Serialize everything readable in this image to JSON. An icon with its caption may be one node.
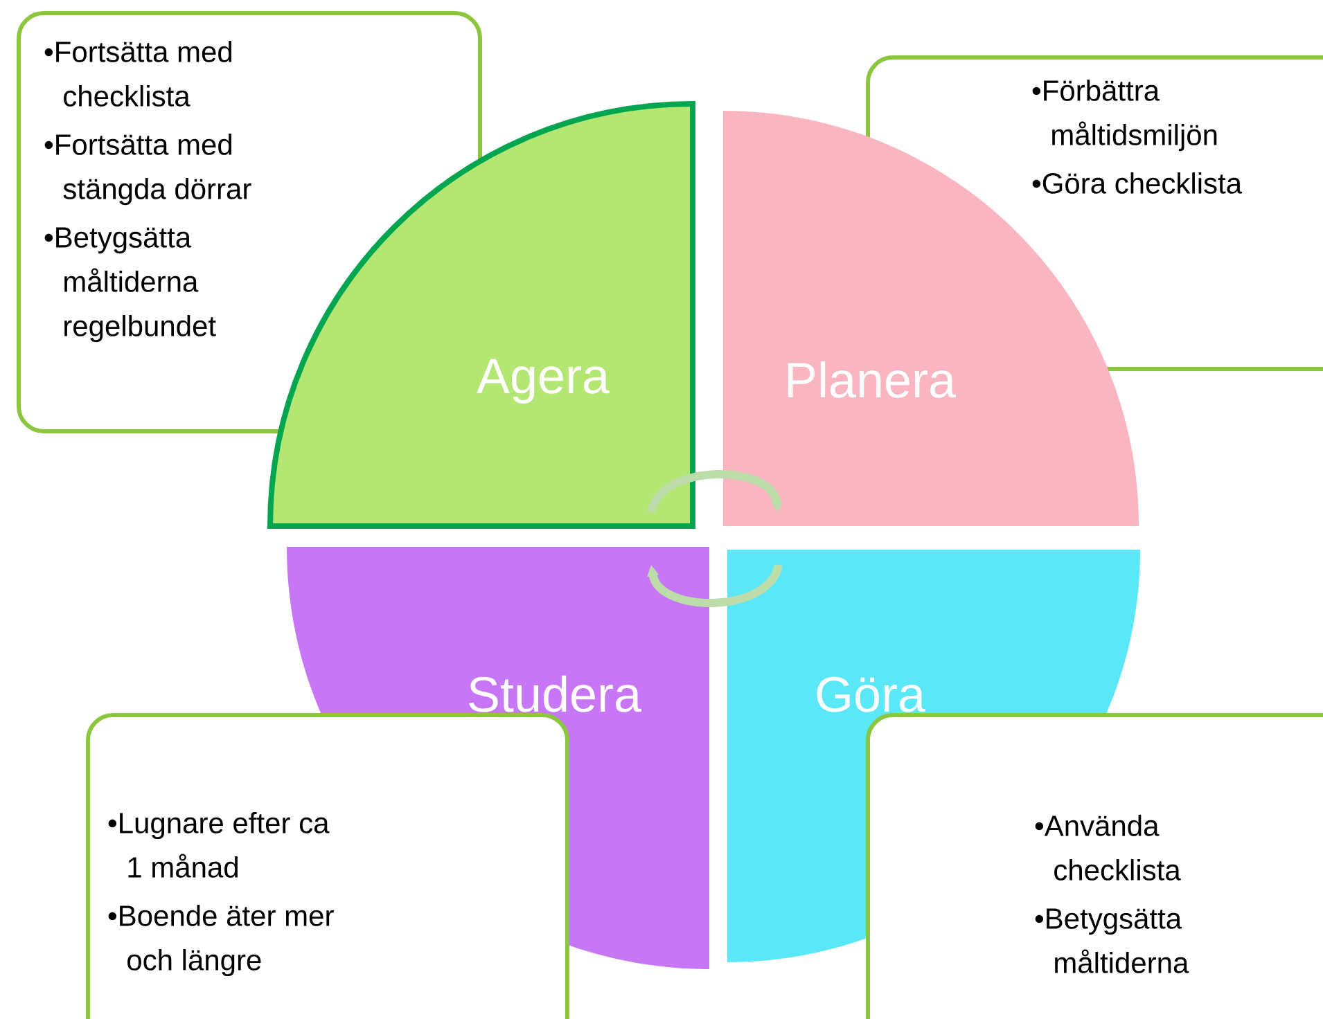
{
  "diagram": {
    "nodes": [
      {
        "text": [
          "•Fortsätta med checklista",
          "•Fortsätta med stängda dörrar",
          "•Betygsätta måltiderna regelbundet"
        ]
      },
      {
        "text": [
          "Agera"
        ]
      },
      {
        "text": [
          "•Förbättra måltidsmiljön",
          "•Göra checklista"
        ]
      },
      {
        "text": [
          "Planera"
        ]
      },
      {
        "text": [
          "Studera"
        ]
      },
      {
        "text": [
          "Göra"
        ]
      },
      {
        "text": [
          "•Lugnare efter ca 1 månad",
          "•Boende äter mer och längre"
        ]
      },
      {
        "text": [
          "•Använda checklista",
          "•Betygsätta måltiderna"
        ]
      }
    ],
    "edges": [
      {
        "from": 1,
        "to": 3,
        "arrow": "to"
      },
      {
        "from": 5,
        "to": 4,
        "arrow": "to"
      }
    ]
  }
}
